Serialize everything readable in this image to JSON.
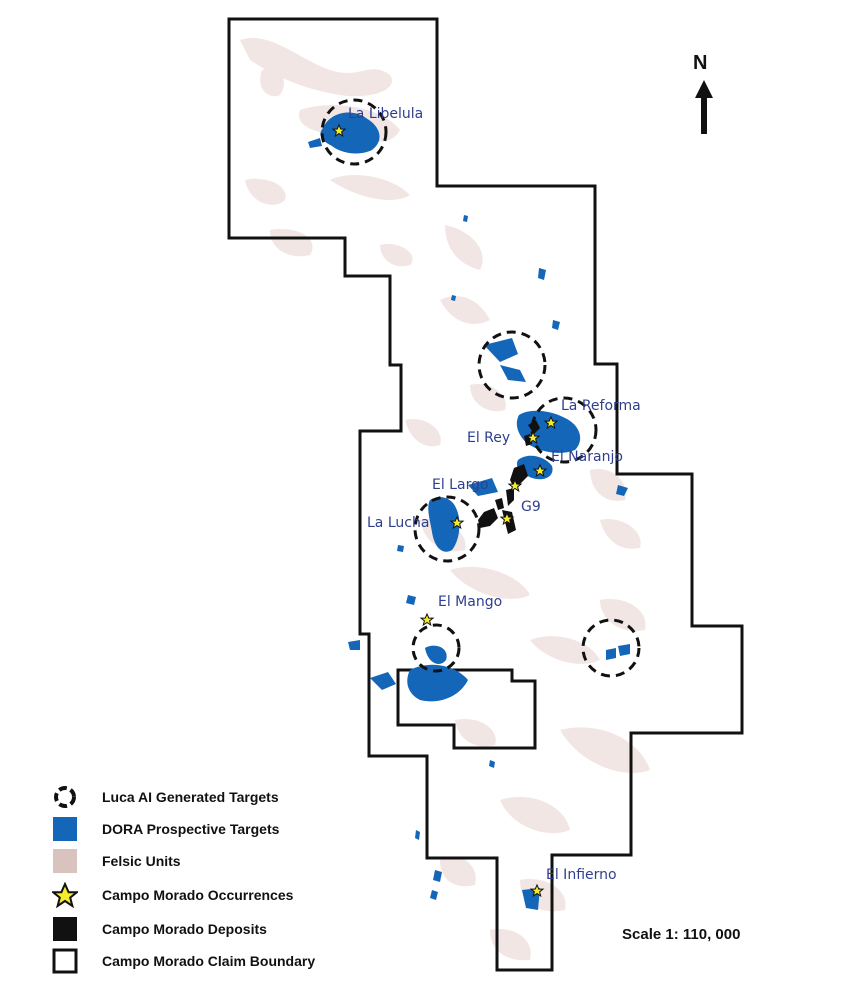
{
  "targets": [
    {
      "name": "La Libelula"
    },
    {
      "name": "La Reforma"
    },
    {
      "name": "El Rey"
    },
    {
      "name": "El Naranjo"
    },
    {
      "name": "El Largo"
    },
    {
      "name": "G9"
    },
    {
      "name": "La Lucha"
    },
    {
      "name": "El Mango"
    },
    {
      "name": "El Infierno"
    }
  ],
  "north_arrow": {
    "letter": "N"
  },
  "scale": {
    "label": "Scale 1: 110, 000"
  },
  "legend": {
    "items": [
      {
        "label": "Luca AI Generated Targets",
        "icon": "dashed-circle-icon"
      },
      {
        "label": "DORA Prospective Targets",
        "icon": "blue-square-icon"
      },
      {
        "label": "Felsic Units",
        "icon": "pink-square-icon"
      },
      {
        "label": "Campo Morado Occurrences",
        "icon": "star-icon"
      },
      {
        "label": "Campo Morado Deposits",
        "icon": "black-square-icon"
      },
      {
        "label": "Campo Morado Claim Boundary",
        "icon": "outline-square-icon"
      }
    ]
  },
  "colors": {
    "dora": "#1466b8",
    "felsic": "#f2e6e4",
    "star": "#f5ec2a",
    "label": "#2f3f8e",
    "boundary": "#111111"
  }
}
